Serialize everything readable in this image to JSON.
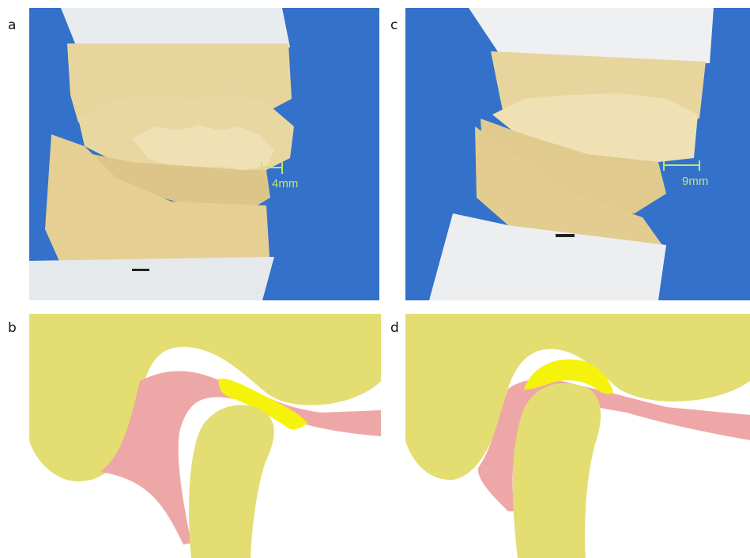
{
  "panels": {
    "a": {
      "label": "a",
      "measurement": "4mm"
    },
    "b": {
      "label": "b"
    },
    "c": {
      "label": "c",
      "measurement": "9mm"
    },
    "d": {
      "label": "d"
    }
  },
  "colors": {
    "photo_background": "#2f6ec8",
    "stone_model": "#e6d39b",
    "plaster_base": "#e9ecef",
    "bone": "#e3dd72",
    "soft_tissue": "#eea7a7",
    "disc": "#f5f20b",
    "measure_line": "#c9e36a"
  }
}
